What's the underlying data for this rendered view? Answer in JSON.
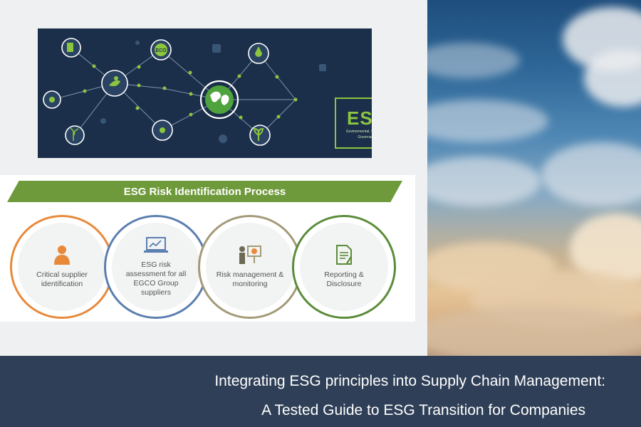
{
  "esg_badge": {
    "title": "ESG",
    "subtitle": "Environmental, Social, and Governance",
    "eco_label": "ECO"
  },
  "process": {
    "title": "ESG Risk Identification Process",
    "steps": [
      {
        "label": "Critical supplier identification",
        "icon": "person-icon",
        "color": "#e8893a"
      },
      {
        "label": "ESG risk assessment for all EGCO Group suppliers",
        "icon": "laptop-chart-icon",
        "color": "#5b7fb0"
      },
      {
        "label": "Risk management & monitoring",
        "icon": "presenter-chart-icon",
        "color": "#a39a78"
      },
      {
        "label": "Reporting & Disclosure",
        "icon": "document-icon",
        "color": "#5b8c3a"
      }
    ]
  },
  "footer": {
    "line1": "Integrating ESG principles into Supply Chain Management:",
    "line2": "A Tested Guide to ESG Transition for Companies"
  }
}
